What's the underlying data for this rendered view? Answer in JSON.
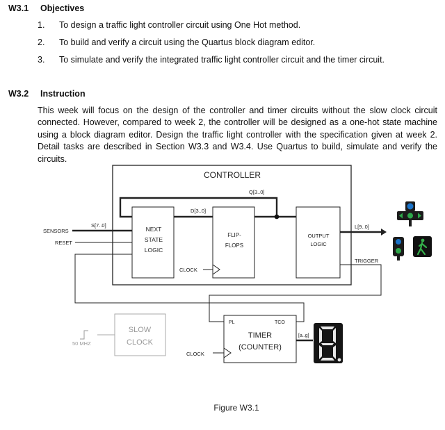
{
  "sections": [
    {
      "number": "W3.1",
      "title": "Objectives"
    },
    {
      "number": "W3.2",
      "title": "Instruction"
    }
  ],
  "objectives": [
    {
      "num": "1.",
      "text": "To design a traffic light controller circuit using One Hot method."
    },
    {
      "num": "2.",
      "text": "To build and verify a circuit using the Quartus block diagram editor."
    },
    {
      "num": "3.",
      "text": "To simulate and verify the integrated traffic light controller circuit and the timer circuit."
    }
  ],
  "instruction_text": "This week will focus on the design of the controller and timer circuits without the slow clock circuit connected. However, compared to week 2, the controller will be designed as a one-hot state machine using a block diagram editor. Design the traffic light controller with the specification given at week 2. Detail tasks are described in Section W3.3 and W3.4. Use Quartus to build, simulate and verify the circuits.",
  "diagram": {
    "controller_label": "CONTROLLER",
    "q_bus": "Q[3..0]",
    "d_bus": "D[3..0]",
    "s_bus": "S[7..0]",
    "l_bus": "L[9..0]",
    "sensors": "SENSORS",
    "reset": "RESET",
    "next_state": [
      "NEXT",
      "STATE",
      "LOGIC"
    ],
    "flip_flops": [
      "FLIP-",
      "FLOPS"
    ],
    "output_logic": [
      "OUTPUT",
      "LOGIC"
    ],
    "clock_controller": "CLOCK",
    "trigger": "TRIGGER",
    "slow_clock": [
      "SLOW",
      "CLOCK"
    ],
    "freq": "50 MHZ",
    "pl": "PL",
    "tco": "TCO",
    "timer": [
      "TIMER",
      "(COUNTER)"
    ],
    "ag_bus": "[a..g]",
    "clock_timer": "CLOCK",
    "seven_seg_digit": "8",
    "caption": "Figure W3.1",
    "colors": {
      "light_green": "#2ea84a",
      "light_blue": "#1a73c9",
      "signal_body": "#1c1c1c",
      "pedestrian_bg": "#111111",
      "pedestrian_fig": "#34b04a"
    },
    "icons": [
      "traffic-light-arrows-icon",
      "traffic-light-icon",
      "pedestrian-walk-icon",
      "square-wave-icon",
      "seven-segment-display-icon"
    ]
  }
}
